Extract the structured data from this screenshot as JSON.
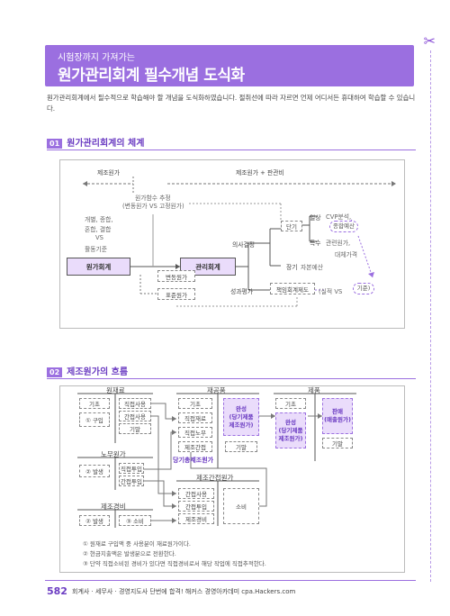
{
  "header": {
    "subtitle": "시험장까지 가져가는",
    "title": "원가관리회계 필수개념 도식화"
  },
  "intro": "원가관리회계에서 필수적으로 학습해야 할 개념을 도식화하였습니다. 절취선에 따라 자르면 언제 어디서든 휴대하여 학습할 수 있습니다.",
  "section1": {
    "num": "01",
    "title": "원가관리회계의 체계",
    "top_left": "제조원가",
    "top_right": "제조원가 + 판관비",
    "note_center": "원가함수 추정",
    "note_center2": "(변동원가 VS 고정원가)",
    "left_notes": [
      "개별, 종합,",
      "혼합, 결합",
      "VS",
      "활동기준"
    ],
    "box_cost": "원가회계",
    "box_mgmt": "관리회계",
    "box_variable": "변동원가",
    "box_standard": "표준원가",
    "decision": "의사결정",
    "short": "단기",
    "long": "장기",
    "capital": "자본예산",
    "routine": "일상",
    "cvp": "CVP분석,",
    "budget": "종합예산",
    "special": "특수",
    "related": "관련원가,",
    "transfer": "대체가격",
    "perf": "성과평가",
    "resp": "책임회계제도",
    "actual_vs": "(실적 VS",
    "base": "기준)"
  },
  "section2": {
    "num": "02",
    "title": "제조원가의 흐름",
    "raw_header": "원재료",
    "wip_header": "재공품",
    "fg_header": "제품",
    "raw_begin": "기초",
    "raw_buy": "① 구입",
    "raw_direct": "직접사용",
    "raw_indirect": "간접사용",
    "raw_end": "기말",
    "labor_header": "노무원가",
    "labor_incur": "② 발생",
    "labor_direct": "직접투입",
    "labor_indirect": "간접투입",
    "exp_header": "제조경비",
    "exp_incur": "② 발생",
    "exp_consume": "③ 소비",
    "wip_begin": "기초",
    "wip_dm": "직접재료",
    "wip_dl": "직접노무",
    "wip_oh": "제조간접",
    "wip_end": "기말",
    "wip_complete": "완성\n(당기제품\n제조원가)",
    "current_cost": "당기총제조원가",
    "fg_begin": "기초",
    "fg_complete": "완성\n(당기제품\n제조원가)",
    "fg_sale": "판매\n(매출원가)",
    "fg_end": "기말",
    "moh_header": "제조간접원가",
    "moh_ind_use": "간접사용",
    "moh_ind_in": "간접투입",
    "moh_exp": "제조경비",
    "moh_consume": "소비",
    "notes": [
      "① 원재료 구입액 중 사용분이 재료원가이다.",
      "② 현금지출액은 발생분으로 전환한다.",
      "③ 단약 직접소비된 경비가 있다면 직접경비로서 해당 작업에 직접추적한다."
    ]
  },
  "footer": {
    "page": "582",
    "text": "회계사 · 세무사 · 경영지도사 단번에 합격! 해커스 경영아카데미 cpa.Hackers.com"
  }
}
